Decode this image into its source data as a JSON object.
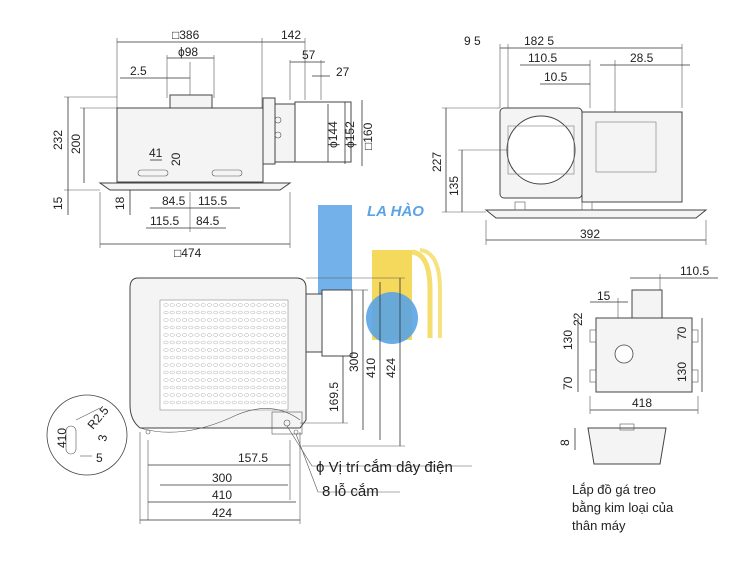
{
  "logo": {
    "text": "LA HÀO",
    "blue": "#5aa3e6",
    "yellow": "#f3d54a"
  },
  "top_view": {
    "dims": {
      "w386": "□386",
      "phi98": "ϕ98",
      "d142": "142",
      "d57": "57",
      "d27": "27",
      "d2_5": "2.5",
      "d232": "232",
      "d200": "200",
      "d15": "15",
      "d18": "18",
      "d41": "41",
      "d20": "20",
      "d84_5a": "84.5",
      "d115_5a": "115.5",
      "d115_5b": "115.5",
      "d84_5b": "84.5",
      "w474": "□474",
      "phi144": "ϕ144",
      "phi152": "ϕ152",
      "sq160": "□160"
    }
  },
  "side_view": {
    "dims": {
      "d9_5": "9 5",
      "d182_5": "182 5",
      "d110_5": "110.5",
      "d10_5": "10.5",
      "d28_5": "28.5",
      "d227": "227",
      "d135": "135",
      "d392": "392"
    }
  },
  "bottom_view": {
    "dims": {
      "d300v": "300",
      "d410v": "410",
      "d424v": "424",
      "d169_5": "169.5",
      "d157_5": "157.5",
      "d300h": "300",
      "d410h": "410",
      "d424h": "424"
    },
    "notes": {
      "power": "ϕ Vị trí cắm dây điện",
      "holes": "8 lỗ cắm"
    },
    "detail": {
      "d410": "410",
      "r2_5": "R2.5",
      "d3": "3",
      "d5": "5"
    }
  },
  "bracket_view": {
    "dims": {
      "d110_5": "110.5",
      "d15": "15",
      "d22": "22",
      "d130a": "130",
      "d70a": "70",
      "d70b": "70",
      "d130b": "130",
      "d418": "418",
      "d8": "8"
    },
    "caption": [
      "Lắp đồ gá treo",
      "bằng kim loại của",
      "thân máy"
    ]
  }
}
